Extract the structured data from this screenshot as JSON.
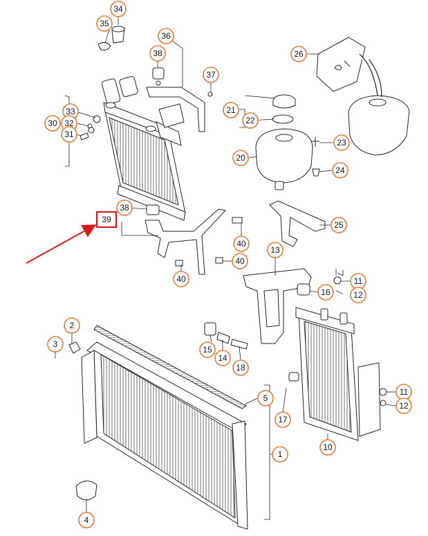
{
  "callouts": {
    "c1": "1",
    "c2": "2",
    "c3": "3",
    "c4": "4",
    "c5": "5",
    "c10": "10",
    "c11a": "11",
    "c11b": "11",
    "c12a": "12",
    "c12b": "12",
    "c13": "13",
    "c14": "14",
    "c15": "15",
    "c16": "16",
    "c17": "17",
    "c18": "18",
    "c20": "20",
    "c21": "21",
    "c22": "22",
    "c23": "23",
    "c24": "24",
    "c25": "25",
    "c26": "26",
    "c30": "30",
    "c31": "31",
    "c32": "32",
    "c33": "33",
    "c34": "34",
    "c35": "35",
    "c36": "36",
    "c37": "37",
    "c38a": "38",
    "c38b": "38",
    "c40a": "40",
    "c40b": "40",
    "c40c": "40"
  },
  "highlight": {
    "label": "39"
  },
  "colors": {
    "callout_ring": "#e07a3a",
    "highlight": "#d41a1a",
    "line": "#222222"
  }
}
